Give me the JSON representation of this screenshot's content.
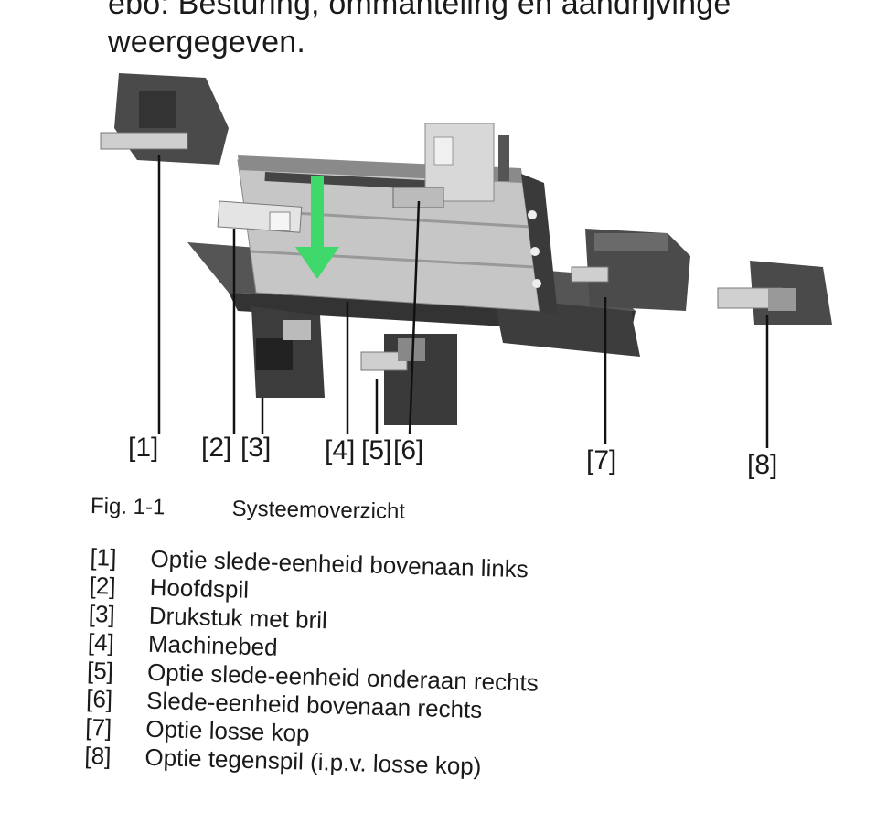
{
  "intro": {
    "line1": "ebo: Besturing, ommanteling en aandrijvinge",
    "line2": "weergegeven."
  },
  "callouts": [
    {
      "id": "c1",
      "label": "[1]"
    },
    {
      "id": "c2",
      "label": "[2]"
    },
    {
      "id": "c3",
      "label": "[3]"
    },
    {
      "id": "c4",
      "label": "[4]"
    },
    {
      "id": "c5",
      "label": "[5]"
    },
    {
      "id": "c6",
      "label": "[6]"
    },
    {
      "id": "c7",
      "label": "[7]"
    },
    {
      "id": "c8",
      "label": "[8]"
    }
  ],
  "caption": {
    "number": "Fig. 1-1",
    "title": "Systeemoverzicht"
  },
  "legend": [
    {
      "num": "[1]",
      "text": "Optie slede-eenheid bovenaan links"
    },
    {
      "num": "[2]",
      "text": "Hoofdspil"
    },
    {
      "num": "[3]",
      "text": "Drukstuk met bril"
    },
    {
      "num": "[4]",
      "text": "Machinebed"
    },
    {
      "num": "[5]",
      "text": "Optie slede-eenheid onderaan rechts"
    },
    {
      "num": "[6]",
      "text": "Slede-eenheid bovenaan rechts"
    },
    {
      "num": "[7]",
      "text": "Optie losse kop"
    },
    {
      "num": "[8]",
      "text": "Optie tegenspil (i.p.v. losse kop)"
    }
  ],
  "colors": {
    "arrow": "#3fd86a",
    "bed": "#4a4a4a",
    "metal": "#bdbdbd"
  }
}
